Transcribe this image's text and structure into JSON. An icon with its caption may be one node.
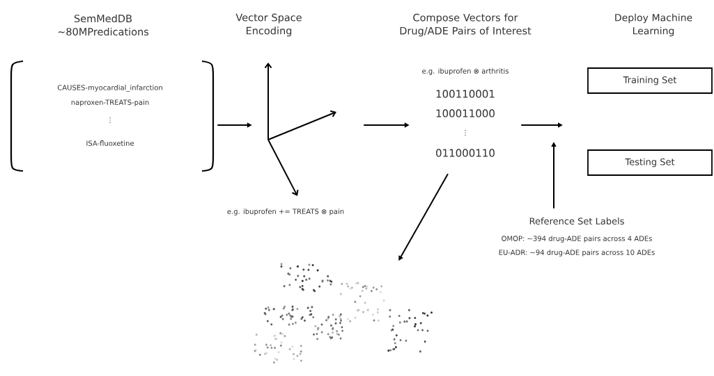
{
  "diagram": {
    "nodes": [
      {
        "text": [
          "SemMedDB ~80MPredications",
          "CAUSES-myocardial_infarction",
          "naproxen-TREATS-pain",
          "⋮",
          "ISA-fluoxetine"
        ]
      },
      {
        "text": [
          "Vector Space Encoding",
          "e.g. ibuprofen += TREATS ⊗ pain"
        ]
      },
      {
        "text": [
          "Compose Vectors for Drug/ADE Pairs of Interest",
          "e.g. ibuprofen ⊗ arthritis",
          "100110001",
          "100011000",
          "⋮",
          "011000110"
        ]
      },
      {
        "text": [
          "Deploy Machine Learning"
        ]
      },
      {
        "text": [
          "Training Set"
        ]
      },
      {
        "text": [
          "Testing Set"
        ]
      },
      {
        "text": [
          "Reference Set Labels",
          "OMOP: ~394 drug-ADE pairs across 4 ADEs",
          "EU-ADR: ~94 drug-ADE pairs across 10 ADEs"
        ]
      },
      {
        "text": [],
        "shape": "picture"
      }
    ],
    "edges": [
      {
        "from": 0,
        "to": 1,
        "arrow": "to"
      },
      {
        "from": 1,
        "to": 2,
        "arrow": "to"
      },
      {
        "from": 2,
        "to": null,
        "arrow": "to"
      },
      {
        "from": 6,
        "to": null,
        "arrow": "to"
      },
      {
        "from": 2,
        "to": 7,
        "arrow": "to"
      }
    ]
  }
}
